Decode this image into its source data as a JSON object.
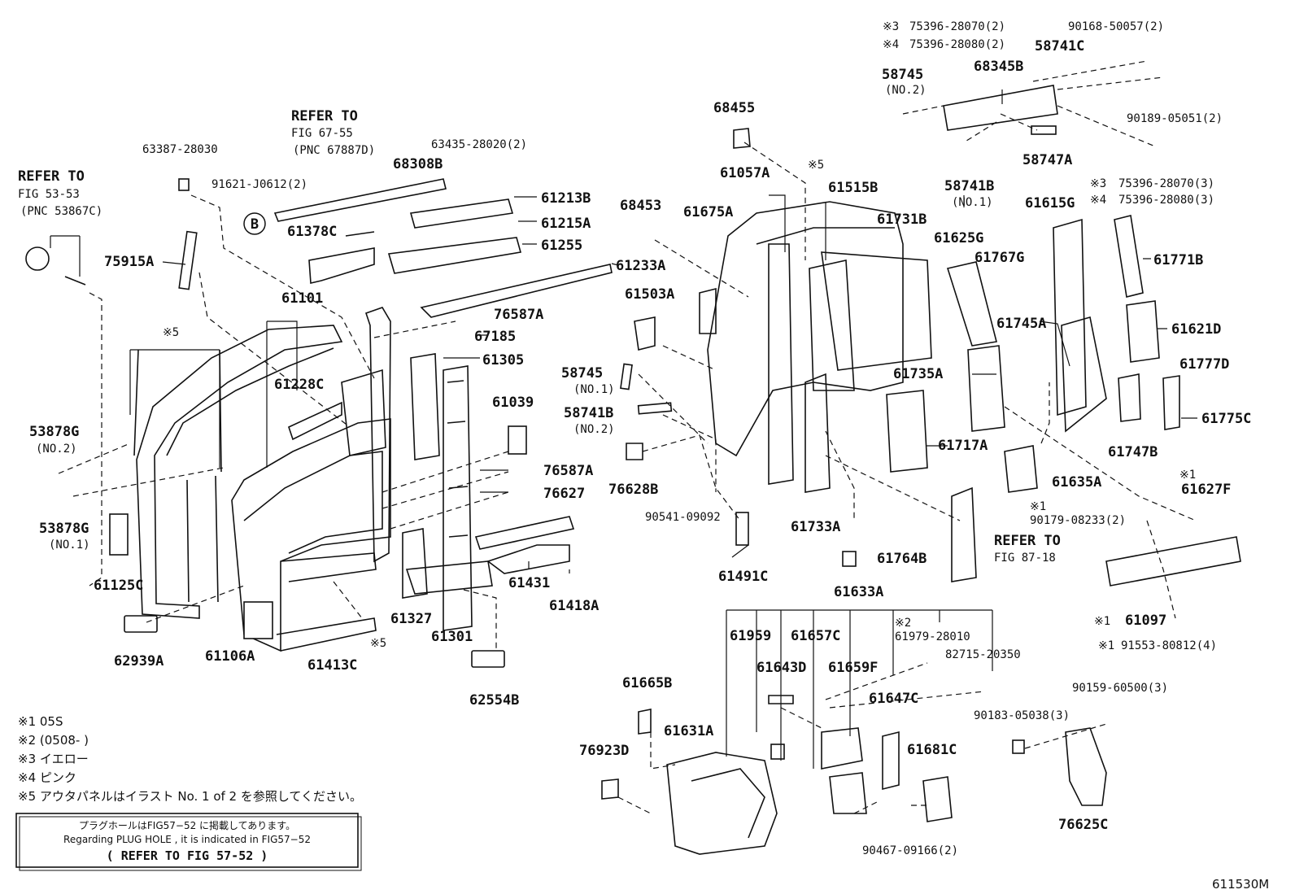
{
  "labels": {
    "l1": "61101",
    "l2": "61228C",
    "l3": "75915A",
    "l4": "63387-28030",
    "l5": "REFER TO",
    "l6": "FIG 67-55",
    "l7": "(PNC 67887D)",
    "l8": "91621-J0612(2)",
    "l9": "68308B",
    "l10": "63435-28020(2)",
    "l11": "61213B",
    "l12": "61215A",
    "l13": "61378C",
    "l14": "61255",
    "l15": "61233A",
    "l16": "76587A",
    "l17": "67185",
    "l18": "61305",
    "l19": "61039",
    "l20": "76587A",
    "l21": "76627",
    "l22": "61431",
    "l23": "61418A",
    "l24": "61327",
    "l25": "61301",
    "l26": "62554B",
    "l27": "61413C",
    "l28": "61106A",
    "l29": "62939A",
    "l30": "61125C",
    "l31": "53878G",
    "l32": "(NO.1)",
    "l33": "53878G",
    "l34": "(NO.2)",
    "l35": "REFER TO",
    "l36": "FIG 53-53",
    "l37": "(PNC 53867C)",
    "l38": "68455",
    "l39": "61057A",
    "l40": "61675A",
    "l41": "68453",
    "l42": "61503A",
    "l43": "58745",
    "l44": "(NO.1)",
    "l45": "58741B",
    "l46": "(NO.2)",
    "l47": "76628B",
    "l48": "90541-09092",
    "l49": "61491C",
    "l50": "61515B",
    "l51": "61731B",
    "l52": "61625G",
    "l53": "61767G",
    "l54": "61735A",
    "l55": "61717A",
    "l56": "61733A",
    "l57": "61764B",
    "l58": "REFER TO",
    "l59": "FIG 87-18",
    "l60": "61745A",
    "l61": "61615G",
    "l62": "61771B",
    "l63": "61621D",
    "l64": "61777D",
    "l65": "61775C",
    "l66": "61747B",
    "l67": "61635A",
    "l68": "90179-08233(2)",
    "l69": "61627F",
    "l70": "61097",
    "l71": "91553-80812(4)",
    "l72": "75396-28070(2)",
    "l73": "75396-28080(2)",
    "l74": "58741C",
    "l75": "90168-50057(2)",
    "l76": "58745",
    "l77": "(NO.2)",
    "l78": "68345B",
    "l79": "90189-05051(2)",
    "l80": "58747A",
    "l81": "58741B",
    "l82": "(NO.1)",
    "l83": "75396-28070(3)",
    "l84": "75396-28080(3)",
    "l85": "61633A",
    "l86": "61959",
    "l87": "61657C",
    "l88": "61979-28010",
    "l89": "82715-20350",
    "l90": "61643D",
    "l91": "61659F",
    "l92": "61647C",
    "l93": "61665B",
    "l94": "61631A",
    "l95": "76923D",
    "l96": "61681C",
    "l97": "90467-09166(2)",
    "l98": "90159-60500(3)",
    "l99": "90183-05038(3)",
    "l100": "76625C"
  },
  "marks": {
    "m5": "※5",
    "m5b": "※5",
    "m5c": "※5",
    "m1a": "※1",
    "m1b": "※1",
    "m1c": "※1",
    "m1d": "※1",
    "m2": "※2",
    "m3a": "※3",
    "m4a": "※4",
    "m3b": "※3",
    "m4b": "※4",
    "circleB": "B"
  },
  "notes": {
    "n1": "※1 05S",
    "n2": "※2 (0508-      )",
    "n3": "※3 イエロー",
    "n4": "※4 ピンク",
    "n5": "※5 アウタパネルはイラスト No. 1 of 2 を参照してください。"
  },
  "plug_box": {
    "line1": "プラグホールはFIG57−52 に掲載してあります。",
    "line2": "Regarding PLUG HOLE , it is indicated in FIG57−52",
    "line3": "( REFER TO FIG 57-52 )"
  },
  "figure_id": "611530M"
}
